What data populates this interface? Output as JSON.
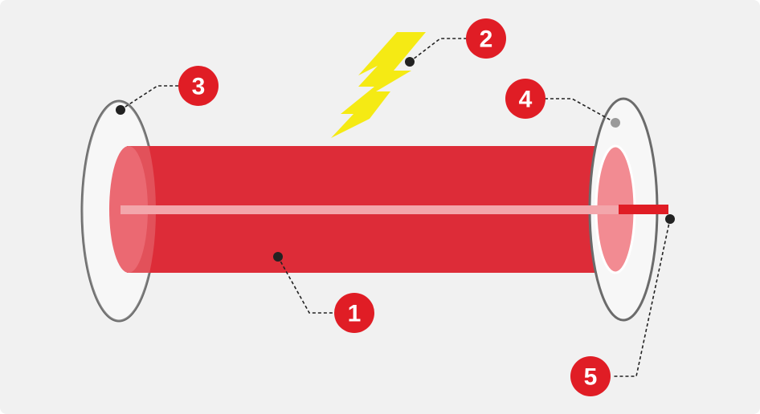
{
  "callouts": [
    {
      "number": "1",
      "component": "tube"
    },
    {
      "number": "2",
      "component": "lightning-bolt"
    },
    {
      "number": "3",
      "component": "left-mirror"
    },
    {
      "number": "4",
      "component": "right-mirror"
    },
    {
      "number": "5",
      "component": "output-beam"
    }
  ],
  "colors": {
    "background": "#f1f1f1",
    "tube": "#dd2c38",
    "tube_cap": "#e84a55",
    "tube_end_inner": "#f28b92",
    "beam_core": "#f3a6ab",
    "output_beam": "#e01d25",
    "badge": "#e01d25",
    "mirror_fill": "#f7f7f7",
    "mirror_stroke": "#6b6b6b",
    "lightning": "#f5ea14",
    "leader_line": "#222222",
    "mirror_dot": "#9a9a9a"
  }
}
